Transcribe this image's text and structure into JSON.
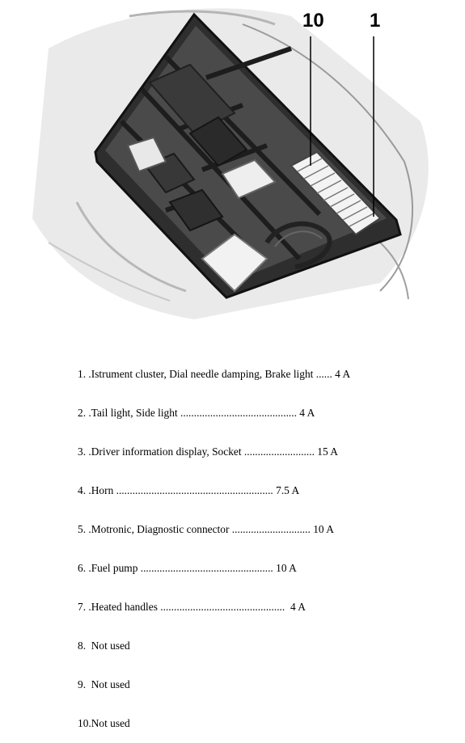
{
  "callouts": {
    "left": "10",
    "right": "1"
  },
  "fuses": [
    "1. .Istrument cluster, Dial needle damping, Brake light ...... 4 A",
    "2. .Tail light, Side light ........................................... 4 A",
    "3. .Driver information display, Socket .......................... 15 A",
    "4. .Horn .......................................................... 7.5 A",
    "5. .Motronic, Diagnostic connector ............................. 10 A",
    "6. .Fuel pump ................................................. 10 A",
    "7. .Heated handles ..............................................  4 A",
    "8.  Not used",
    "9.  Not used",
    "10.Not used"
  ]
}
